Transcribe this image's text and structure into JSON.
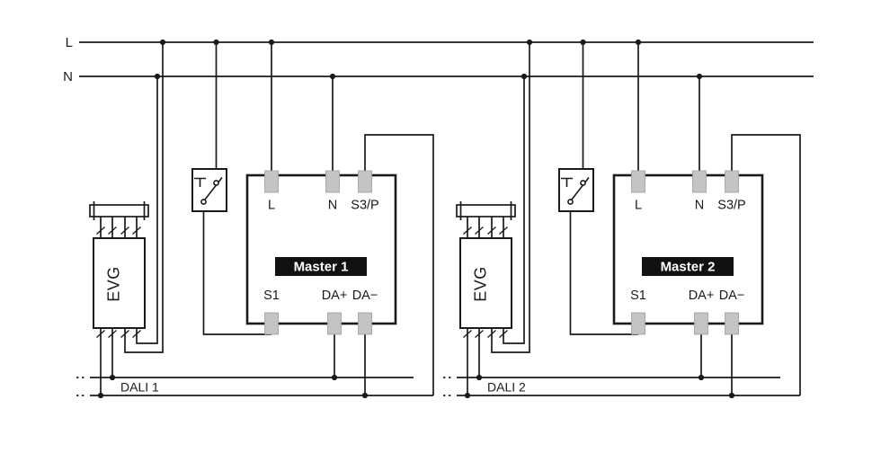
{
  "power": {
    "l_label": "L",
    "n_label": "N"
  },
  "units": [
    {
      "evg_label": "EVG",
      "master_label": "Master 1",
      "dali_label": "DALI 1",
      "terminals": {
        "l": "L",
        "n": "N",
        "s3p": "S3/P",
        "s1": "S1",
        "da_plus": "DA+",
        "da_minus": "DA−"
      }
    },
    {
      "evg_label": "EVG",
      "master_label": "Master 2",
      "dali_label": "DALI 2",
      "terminals": {
        "l": "L",
        "n": "N",
        "s3p": "S3/P",
        "s1": "S1",
        "da_plus": "DA+",
        "da_minus": "DA−"
      }
    }
  ],
  "colors": {
    "wire": "#1a1a1a",
    "terminal": "#c4c4c4",
    "label_bg": "#111111",
    "label_fg": "#ffffff",
    "canvas_bg": "#ffffff"
  }
}
